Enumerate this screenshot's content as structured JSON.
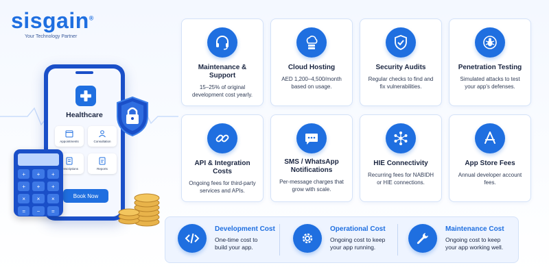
{
  "brand": {
    "name": "sisgain",
    "reg_mark": "®",
    "tagline": "Your Technology Partner"
  },
  "phone": {
    "app_title": "Healthcare",
    "tiles": [
      {
        "label": "Appointments",
        "icon": "calendar-icon"
      },
      {
        "label": "Consultation",
        "icon": "doctor-icon"
      },
      {
        "label": "Prescriptions",
        "icon": "prescription-icon"
      },
      {
        "label": "Reports",
        "icon": "report-icon"
      }
    ],
    "button_label": "Book Now"
  },
  "calculator": {
    "keys": [
      "+",
      "+",
      "+",
      "+",
      "+",
      "+",
      "×",
      "×",
      "×",
      "=",
      "−",
      "="
    ]
  },
  "cards": [
    {
      "title": "Maintenance & Support",
      "desc": "15–25% of original development cost yearly.",
      "icon": "headset-icon"
    },
    {
      "title": "Cloud Hosting",
      "desc": "AED 1,200–4,500/month based on usage.",
      "icon": "cloud-server-icon"
    },
    {
      "title": "Security Audits",
      "desc": "Regular checks to find and fix vulnerabilities.",
      "icon": "shield-check-icon"
    },
    {
      "title": "Penetration Testing",
      "desc": "Simulated attacks to test your app's defenses.",
      "icon": "bug-icon"
    },
    {
      "title": "API & Integration Costs",
      "desc": "Ongoing fees for third-party services and APIs.",
      "icon": "link-icon"
    },
    {
      "title": "SMS / WhatsApp Notifications",
      "desc": "Per-message charges that grow with scale.",
      "icon": "chat-icon"
    },
    {
      "title": "HIE Connectivity",
      "desc": "Recurring fees for NABIDH or HIE connections.",
      "icon": "network-icon"
    },
    {
      "title": "App Store Fees",
      "desc": "Annual developer account fees.",
      "icon": "app-store-icon"
    }
  ],
  "summary": [
    {
      "title": "Development Cost",
      "desc_line1": "One-time cost to",
      "desc_line2": "build your app.",
      "icon": "code-icon"
    },
    {
      "title": "Operational Cost",
      "desc_line1": "Ongoing cost to keep",
      "desc_line2": "your app running.",
      "icon": "gear-icon"
    },
    {
      "title": "Maintenance Cost",
      "desc_line1": "Ongoing cost to keep",
      "desc_line2": "your app working well.",
      "icon": "wrench-icon"
    }
  ],
  "colors": {
    "accent": "#1f6fe0",
    "dark_blue": "#1a4fc8",
    "text": "#1a2540",
    "card_border": "#d4e2f8"
  }
}
